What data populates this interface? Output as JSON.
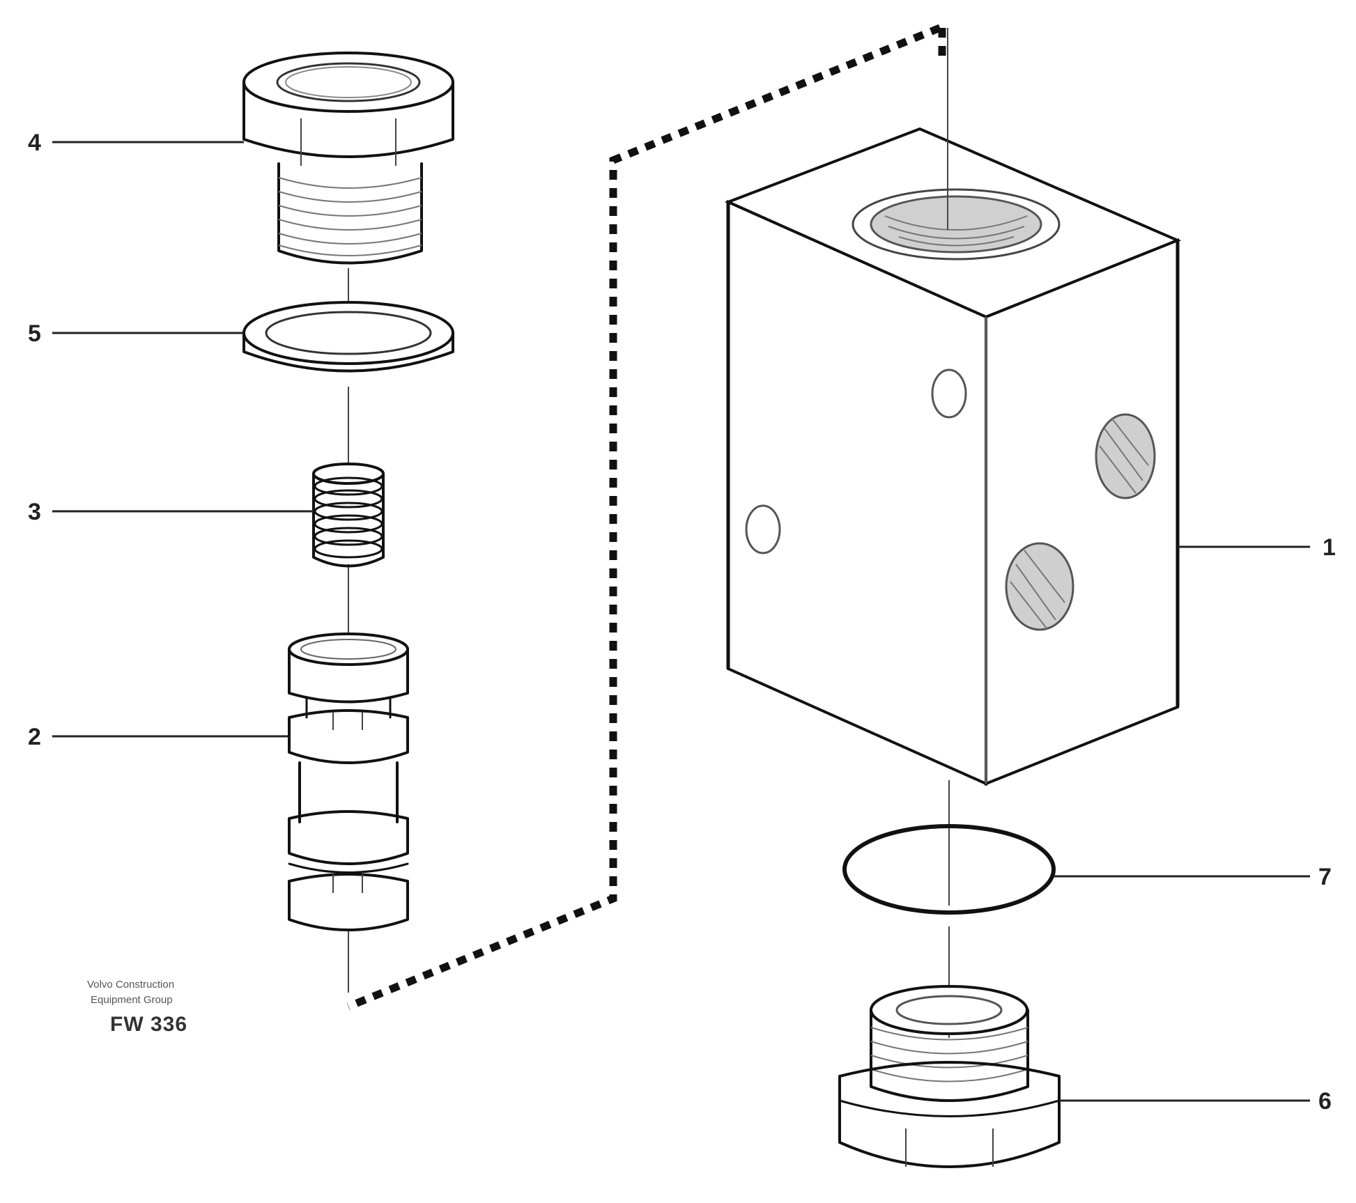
{
  "callouts": {
    "c1": "1",
    "c2": "2",
    "c3": "3",
    "c4": "4",
    "c5": "5",
    "c6": "6",
    "c7": "7"
  },
  "caption": {
    "line1": "Volvo Construction",
    "line2": "Equipment Group",
    "code": "FW 336"
  }
}
